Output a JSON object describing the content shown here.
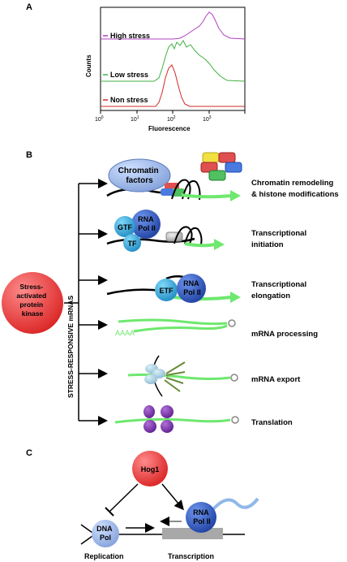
{
  "panel_a": {
    "label": "A",
    "y_axis_label": "Counts",
    "x_axis_label": "Fluorescence",
    "ticks": [
      {
        "base": "10",
        "exp": "0"
      },
      {
        "base": "10",
        "exp": "1"
      },
      {
        "base": "10",
        "exp": "2"
      },
      {
        "base": "10",
        "exp": "3"
      }
    ],
    "series": [
      {
        "name": "High stress",
        "color": "#b040c0"
      },
      {
        "name": "Low stress",
        "color": "#40b040"
      },
      {
        "name": "Non stress",
        "color": "#d02828"
      }
    ]
  },
  "panel_b": {
    "label": "B",
    "kinase_label_lines": [
      "Stress-",
      "activated",
      "protein",
      "kinase"
    ],
    "vertical_label": "STRESS-RESPONSIVE mRNAS",
    "complex_labels": {
      "chromatin_factors": [
        "Chromatin",
        "factors"
      ],
      "gtf": "GTF",
      "rna_pol_ii": [
        "RNA",
        "Pol II"
      ],
      "tf": "TF",
      "etf": "ETF",
      "polya": "AAAA"
    },
    "processes": [
      {
        "lines": [
          "Chromatin remodeling",
          "& histone modifications"
        ]
      },
      {
        "lines": [
          "Transcriptional",
          "initiation"
        ]
      },
      {
        "lines": [
          "Transcriptional",
          "elongation"
        ]
      },
      {
        "lines": [
          "mRNA processing"
        ]
      },
      {
        "lines": [
          "mRNA export"
        ]
      },
      {
        "lines": [
          "Translation"
        ]
      }
    ]
  },
  "panel_c": {
    "label": "C",
    "hog1": "Hog1",
    "dna_pol": [
      "DNA",
      "Pol"
    ],
    "rna_pol": [
      "RNA",
      "Pol II"
    ],
    "replication": "Replication",
    "transcription": "Transcription"
  },
  "colors": {
    "kinase_red": "#e83c3c",
    "mrna_green": "#6ee86e",
    "pol_blue": "#2a56c8",
    "tf_cyan": "#2ba8d8",
    "chromatin_blue": "#8fb0e0"
  }
}
